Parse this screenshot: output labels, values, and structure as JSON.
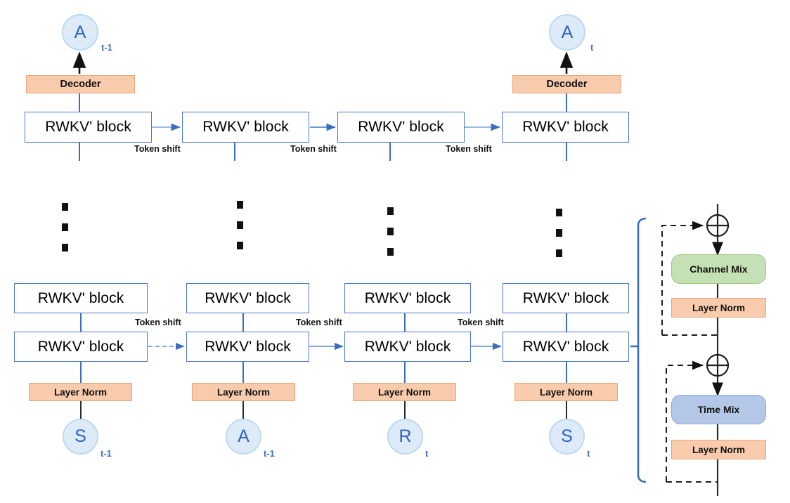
{
  "diagram": {
    "title": "RWKV' block sequence model architecture",
    "labels": {
      "rwkv_block": "RWKV' block",
      "decoder": "Decoder",
      "layer_norm": "Layer Norm",
      "token_shift": "Token shift",
      "channel_mix": "Channel Mix",
      "time_mix": "Time Mix",
      "plus_operator": "⊕"
    },
    "colors": {
      "block_border": "#4a78c4",
      "orange_fill": "#f8cbad",
      "orange_border": "#e8a87c",
      "green_fill": "#c5e0b4",
      "blue_fill": "#b4c7e7",
      "circle_fill": "#dcebf7",
      "circle_border": "#bcd9ef",
      "circle_text": "#2f5fbf",
      "connector_blue": "#3a6fc0",
      "connector_dark": "#2b2b2b",
      "background": "#ffffff"
    },
    "top_row": {
      "blocks": [
        {
          "label": "RWKV' block",
          "decoder": "Decoder",
          "output": {
            "symbol": "A",
            "subscript": "t-1"
          }
        },
        {
          "label": "RWKV' block",
          "decoder": null,
          "output": null
        },
        {
          "label": "RWKV' block",
          "decoder": null,
          "output": null
        },
        {
          "label": "RWKV' block",
          "decoder": "Decoder",
          "output": {
            "symbol": "A",
            "subscript": "t"
          }
        }
      ],
      "token_shifts": [
        "Token shift",
        "Token shift",
        "Token shift"
      ]
    },
    "bottom_row": {
      "columns": [
        {
          "upper_block": "RWKV' block",
          "lower_block": "RWKV' block",
          "layer_norm": "Layer Norm",
          "input": {
            "symbol": "S",
            "subscript": "t-1"
          }
        },
        {
          "upper_block": "RWKV' block",
          "lower_block": "RWKV' block",
          "layer_norm": "Layer Norm",
          "input": {
            "symbol": "A",
            "subscript": "t-1"
          }
        },
        {
          "upper_block": "RWKV' block",
          "lower_block": "RWKV' block",
          "layer_norm": "Layer Norm",
          "input": {
            "symbol": "R",
            "subscript": "t"
          }
        },
        {
          "upper_block": "RWKV' block",
          "lower_block": "RWKV' block",
          "layer_norm": "Layer Norm",
          "input": {
            "symbol": "S",
            "subscript": "t"
          }
        }
      ],
      "token_shifts": [
        "Token shift",
        "Token shift",
        "Token shift"
      ]
    },
    "ellipsis": {
      "columns": 4,
      "dots_per_column": 3
    },
    "detail_panel": {
      "title": "RWKV' block internals",
      "items": [
        {
          "name": "add-top",
          "label": "⊕",
          "type": "operator"
        },
        {
          "name": "channel-mix",
          "label": "Channel Mix",
          "type": "green-box"
        },
        {
          "name": "layer-norm-upper",
          "label": "Layer Norm",
          "type": "orange-box"
        },
        {
          "name": "add-bottom",
          "label": "⊕",
          "type": "operator"
        },
        {
          "name": "time-mix",
          "label": "Time Mix",
          "type": "blue-box"
        },
        {
          "name": "layer-norm-lower",
          "label": "Layer Norm",
          "type": "orange-box"
        }
      ]
    }
  }
}
